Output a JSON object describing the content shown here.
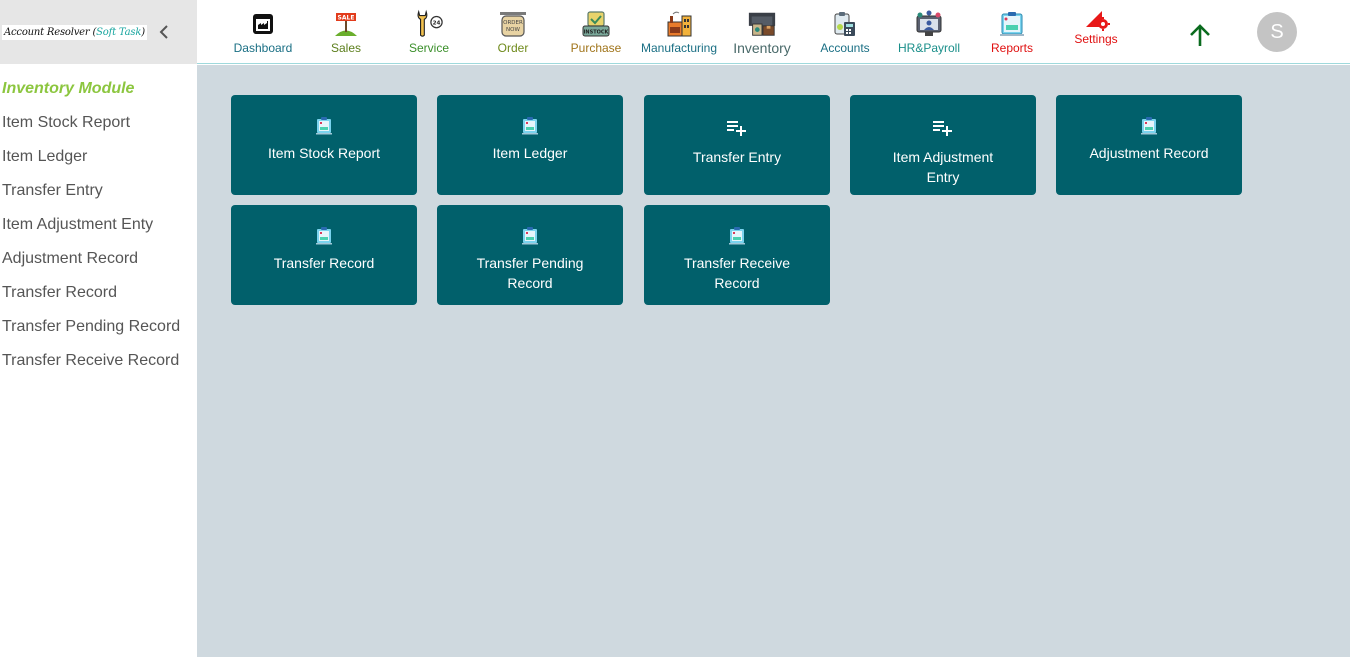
{
  "sidebar": {
    "brand": {
      "name": "Account Resolver",
      "open_paren": " (",
      "sub": "Soft Task",
      "close_paren": ")"
    },
    "collapse_icon": "chevron-left-icon",
    "module_title": "Inventory Module",
    "items": [
      {
        "label": "Item Stock Report"
      },
      {
        "label": "Item Ledger"
      },
      {
        "label": "Transfer Entry"
      },
      {
        "label": "Item Adjustment Enty"
      },
      {
        "label": "Adjustment Record"
      },
      {
        "label": "Transfer Record"
      },
      {
        "label": "Transfer Pending Record"
      },
      {
        "label": "Transfer Receive Record"
      }
    ]
  },
  "topnav": {
    "items": [
      {
        "label": "Dashboard",
        "icon": "dashboard-icon",
        "color": "#1a6f84"
      },
      {
        "label": "Sales",
        "icon": "sale-sign-icon",
        "color": "#5b7e1b"
      },
      {
        "label": "Service",
        "icon": "wrench-24-icon",
        "color": "#3a8f2a"
      },
      {
        "label": "Order",
        "icon": "order-now-sign-icon",
        "color": "#6f8a1b"
      },
      {
        "label": "Purchase",
        "icon": "instock-box-icon",
        "color": "#a0741a"
      },
      {
        "label": "Manufacturing",
        "icon": "factory-icon",
        "color": "#1a6f84"
      },
      {
        "label": "Inventory",
        "icon": "warehouse-icon",
        "color": "#4a6a6a"
      },
      {
        "label": "Accounts",
        "icon": "clipboard-calculator-icon",
        "color": "#1a6f84"
      },
      {
        "label": "HR&Payroll",
        "icon": "team-monitor-icon",
        "color": "#1a8f8a"
      },
      {
        "label": "Reports",
        "icon": "report-clipboard-icon",
        "color": "#e01010"
      },
      {
        "label": "Settings",
        "icon": "settings-gear-icon",
        "color": "#e01010"
      }
    ],
    "scroll_top_icon": "arrow-up-icon",
    "avatar_initial": "S"
  },
  "main": {
    "tiles": [
      {
        "label": "Item Stock Report",
        "icon": "report-clipboard-icon"
      },
      {
        "label": "Item Ledger",
        "icon": "report-clipboard-icon"
      },
      {
        "label": "Transfer Entry",
        "icon": "playlist-add-icon"
      },
      {
        "label": "Item Adjustment Entry",
        "icon": "playlist-add-icon"
      },
      {
        "label": "Adjustment Record",
        "icon": "report-clipboard-icon"
      },
      {
        "label": "Transfer Record",
        "icon": "report-clipboard-icon"
      },
      {
        "label": "Transfer Pending Record",
        "icon": "report-clipboard-icon"
      },
      {
        "label": "Transfer Receive Record",
        "icon": "report-clipboard-icon"
      }
    ]
  },
  "colors": {
    "tile_bg": "#01606b",
    "main_bg": "#cfd9df",
    "module_title": "#8cc63f",
    "sidebar_text": "#555555",
    "scroll_top": "#0a6b1e"
  }
}
